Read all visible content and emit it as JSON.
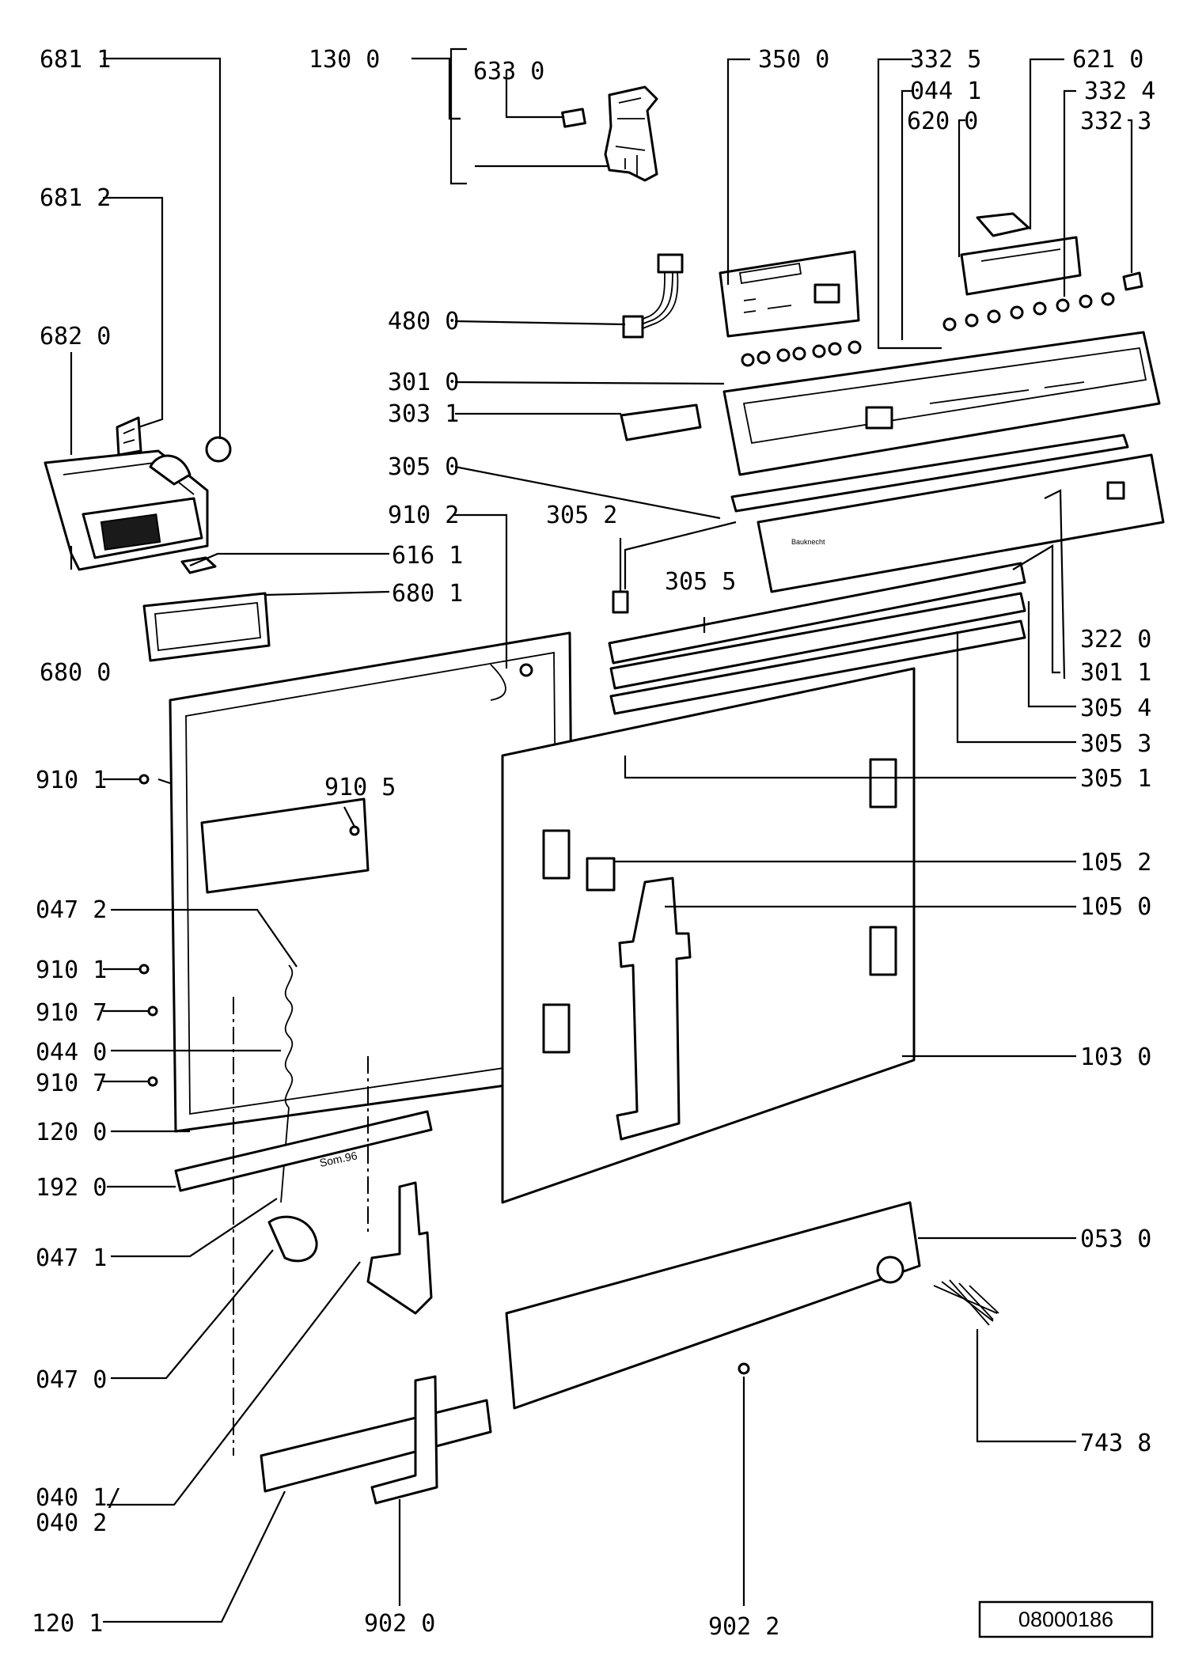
{
  "diagram": {
    "part_labels": [
      {
        "id": "681-1",
        "text": "681 1"
      },
      {
        "id": "130-0",
        "text": "130 0"
      },
      {
        "id": "633-0",
        "text": "633 0"
      },
      {
        "id": "350-0",
        "text": "350 0"
      },
      {
        "id": "332-5",
        "text": "332 5"
      },
      {
        "id": "621-0",
        "text": "621 0"
      },
      {
        "id": "044-1",
        "text": "044 1"
      },
      {
        "id": "332-4",
        "text": "332 4"
      },
      {
        "id": "620-0",
        "text": "620 0"
      },
      {
        "id": "332-3",
        "text": "332 3"
      },
      {
        "id": "681-2",
        "text": "681 2"
      },
      {
        "id": "682-0",
        "text": "682 0"
      },
      {
        "id": "480-0",
        "text": "480 0"
      },
      {
        "id": "301-0",
        "text": "301 0"
      },
      {
        "id": "303-1",
        "text": "303 1"
      },
      {
        "id": "305-0",
        "text": "305 0"
      },
      {
        "id": "910-2",
        "text": "910 2"
      },
      {
        "id": "305-2",
        "text": "305 2"
      },
      {
        "id": "616-1",
        "text": "616 1"
      },
      {
        "id": "680-1",
        "text": "680 1"
      },
      {
        "id": "305-5",
        "text": "305 5"
      },
      {
        "id": "322-0",
        "text": "322 0"
      },
      {
        "id": "680-0",
        "text": "680 0"
      },
      {
        "id": "301-1",
        "text": "301 1"
      },
      {
        "id": "305-4",
        "text": "305 4"
      },
      {
        "id": "305-3",
        "text": "305 3"
      },
      {
        "id": "910-1a",
        "text": "910 1"
      },
      {
        "id": "910-5",
        "text": "910 5"
      },
      {
        "id": "305-1",
        "text": "305 1"
      },
      {
        "id": "105-2",
        "text": "105 2"
      },
      {
        "id": "047-2",
        "text": "047 2"
      },
      {
        "id": "105-0",
        "text": "105 0"
      },
      {
        "id": "910-1b",
        "text": "910 1"
      },
      {
        "id": "910-7a",
        "text": "910 7"
      },
      {
        "id": "044-0",
        "text": "044 0"
      },
      {
        "id": "103-0",
        "text": "103 0"
      },
      {
        "id": "910-7b",
        "text": "910 7"
      },
      {
        "id": "120-0",
        "text": "120 0"
      },
      {
        "id": "192-0",
        "text": "192 0"
      },
      {
        "id": "047-1",
        "text": "047 1"
      },
      {
        "id": "053-0",
        "text": "053 0"
      },
      {
        "id": "047-0",
        "text": "047 0"
      },
      {
        "id": "743-8",
        "text": "743 8"
      },
      {
        "id": "040-1",
        "text": "040 1/"
      },
      {
        "id": "040-2",
        "text": "040 2"
      },
      {
        "id": "120-1",
        "text": "120 1"
      },
      {
        "id": "902-0",
        "text": "902 0"
      },
      {
        "id": "902-2",
        "text": "902 2"
      }
    ],
    "part_stamp": "Som.96",
    "drawing_number": "08000186"
  }
}
